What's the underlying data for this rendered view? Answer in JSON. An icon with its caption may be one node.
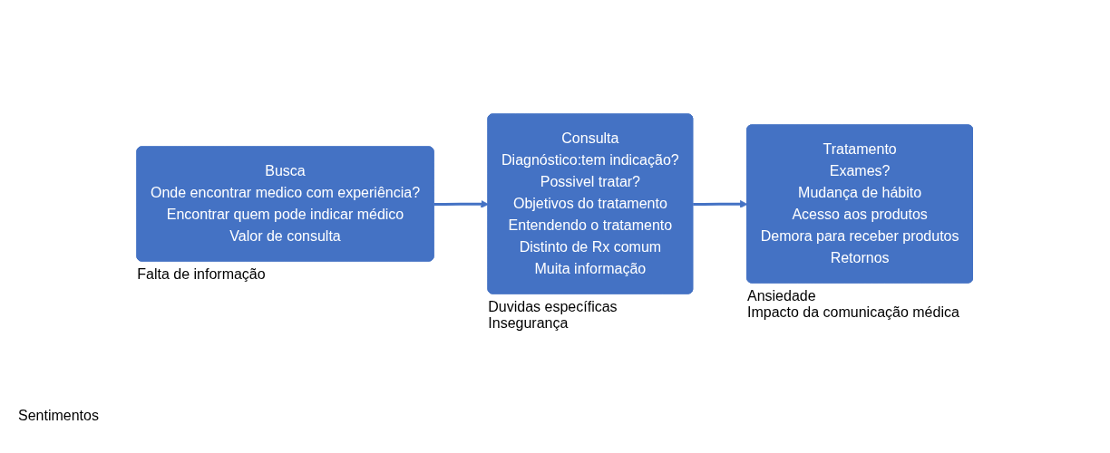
{
  "diagram": {
    "nodes": [
      {
        "text": [
          "Busca",
          "Onde encontrar medico com experiência?",
          "Encontrar quem pode indicar médico",
          "Valor de consulta"
        ],
        "beside": [
          "Falta de informação"
        ]
      },
      {
        "text": [
          "Consulta",
          "Diagnóstico:tem indicação?",
          "Possivel tratar?",
          "Objetivos do tratamento",
          "Entendendo o tratamento",
          "Distinto de Rx comum",
          "Muita informação"
        ],
        "beside": [
          "Duvidas específicas",
          "Insegurança"
        ]
      },
      {
        "text": [
          "Tratamento",
          "Exames?",
          "Mudança de hábito",
          "Acesso aos produtos",
          "Demora para receber produtos",
          "Retornos"
        ],
        "beside": [
          "Ansiedade",
          "Impacto da comunicação médica"
        ]
      }
    ],
    "edges": [
      {
        "from": 0,
        "to": 1,
        "arrow": "to"
      },
      {
        "from": 1,
        "to": 2,
        "arrow": "to"
      }
    ],
    "labels": [
      "Sentimentos"
    ]
  }
}
